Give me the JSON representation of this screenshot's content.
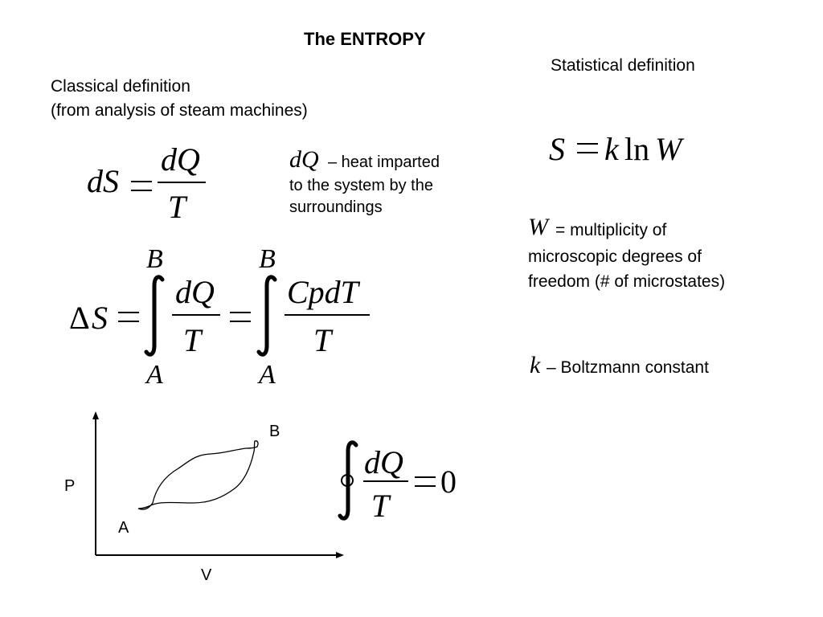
{
  "title": "The ENTROPY",
  "classical": {
    "line1": "Classical definition",
    "line2": "(from analysis of steam machines)"
  },
  "statistical": {
    "heading": "Statistical definition"
  },
  "eq1": {
    "lhs": "dS",
    "num": "dQ",
    "den": "T"
  },
  "dq_note": {
    "symbol": "dQ",
    "line1": "– heat imparted",
    "line2": "to the system by the",
    "line3": "surroundings"
  },
  "eq2": {
    "lhs": "S",
    "delta": "Δ",
    "upper1": "B",
    "lower1": "A",
    "num1": "dQ",
    "den1": "T",
    "upper2": "B",
    "lower2": "A",
    "num2": "CpdT",
    "den2": "T"
  },
  "boltzmann": {
    "S": "S",
    "k": "k",
    "ln": "ln",
    "W": "W"
  },
  "w_note": {
    "symbol": "W",
    "line1": "= multiplicity of",
    "line2": "microscopic degrees of",
    "line3": "freedom (# of microstates)"
  },
  "k_note": {
    "symbol": "k",
    "text": "– Boltzmann constant"
  },
  "pv_diagram": {
    "y_label": "P",
    "x_label": "V",
    "point_a": "A",
    "point_b": "B"
  },
  "eq3": {
    "num": "dQ",
    "den": "T",
    "rhs": "0"
  }
}
